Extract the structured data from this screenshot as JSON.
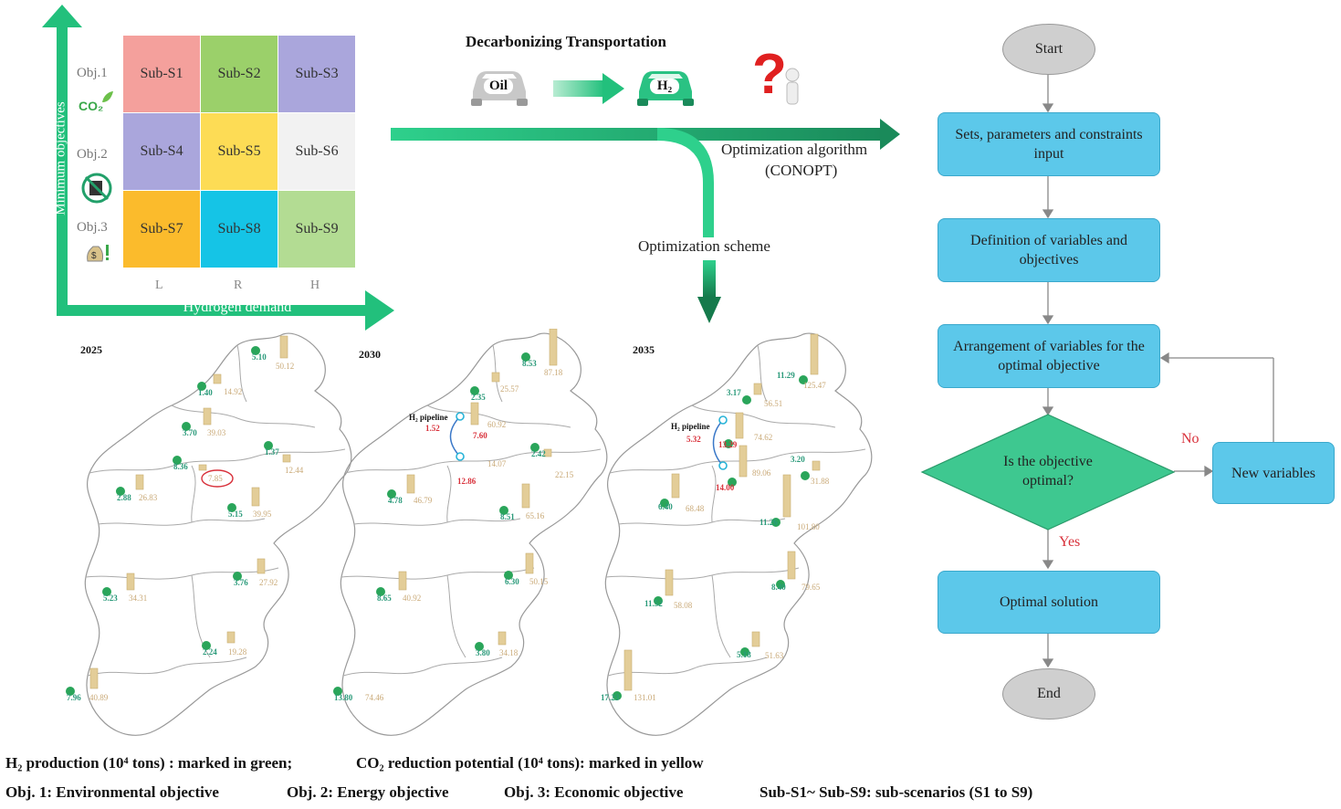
{
  "matrix": {
    "y_axis_label": "Minimum objectives",
    "x_axis_label": "Hydrogen demand",
    "objectives": [
      "Obj.1",
      "Obj.2",
      "Obj.3"
    ],
    "objective_icons": [
      "co2-leaf-icon",
      "energy-barrel-icon",
      "money-bag-icon"
    ],
    "co2_icon_text": "CO₂",
    "demand_levels": [
      "L",
      "R",
      "H"
    ],
    "cells": [
      {
        "label": "Sub-S1",
        "color": "#f4a09c"
      },
      {
        "label": "Sub-S2",
        "color": "#9bd06a"
      },
      {
        "label": "Sub-S3",
        "color": "#aaa6dc"
      },
      {
        "label": "Sub-S4",
        "color": "#aaa6dc"
      },
      {
        "label": "Sub-S5",
        "color": "#fddc55"
      },
      {
        "label": "Sub-S6",
        "color": "#f2f2f2"
      },
      {
        "label": "Sub-S7",
        "color": "#fbbb2c"
      },
      {
        "label": "Sub-S8",
        "color": "#15c4e6"
      },
      {
        "label": "Sub-S9",
        "color": "#b3dc93"
      }
    ]
  },
  "transport": {
    "title": "Decarbonizing Transportation",
    "oil_label": "Oil",
    "h2_label": "H₂"
  },
  "center": {
    "algorithm_line1": "Optimization algorithm",
    "algorithm_line2": "(CONOPT)",
    "scheme": "Optimization scheme"
  },
  "flowchart": {
    "start": "Start",
    "step1": "Sets, parameters and constraints input",
    "step2": "Definition of variables and objectives",
    "step3": "Arrangement of variables for the optimal objective",
    "decision": "Is the objective optimal?",
    "new_vars": "New variables",
    "no": "No",
    "yes": "Yes",
    "solution": "Optimal solution",
    "end": "End",
    "box_color": "#5cc8ea",
    "diamond_color": "#3ec890"
  },
  "maps": {
    "pipeline_label": "H₂ pipeline",
    "y2025": {
      "year": "2025",
      "g": [
        "5.10",
        "1.40",
        "3.70",
        "8.36",
        "1.37",
        "2.88",
        "5.15",
        "5.23",
        "3.76",
        "2.24",
        "7.96"
      ],
      "y": [
        "50.12",
        "14.92",
        "39.03",
        "7.85",
        "12.44",
        "26.83",
        "39.95",
        "34.31",
        "27.92",
        "19.28",
        "40.89"
      ]
    },
    "y2030": {
      "year": "2030",
      "g": [
        "8.53",
        "2.35",
        "2.42",
        "4.78",
        "8.51",
        "8.65",
        "6.30",
        "3.80",
        "13.80"
      ],
      "y": [
        "87.18",
        "25.57",
        "60.92",
        "14.07",
        "22.15",
        "46.79",
        "65.16",
        "40.92",
        "50.15",
        "34.18",
        "74.46"
      ],
      "r": [
        "1.52",
        "7.60",
        "12.86"
      ]
    },
    "y2035": {
      "year": "2035",
      "g": [
        "11.29",
        "3.17",
        "3.20",
        "6.40",
        "11.26",
        "11.52",
        "8.40",
        "5.18",
        "17.23"
      ],
      "y": [
        "125.47",
        "56.51",
        "74.62",
        "89.06",
        "31.88",
        "68.48",
        "101.80",
        "58.08",
        "79.65",
        "51.63",
        "131.01"
      ],
      "r": [
        "5.32",
        "13.29",
        "14.00"
      ]
    }
  },
  "footer": {
    "line1_a": "H₂ production (10⁴ tons) : marked in green;",
    "line1_b": "CO₂ reduction potential (10⁴ tons): marked in yellow",
    "line2_a": "Obj. 1: Environmental objective",
    "line2_b": "Obj. 2: Energy objective",
    "line2_c": "Obj. 3: Economic objective",
    "line2_d": "Sub-S1~ Sub-S9: sub-scenarios (S1 to S9)"
  }
}
